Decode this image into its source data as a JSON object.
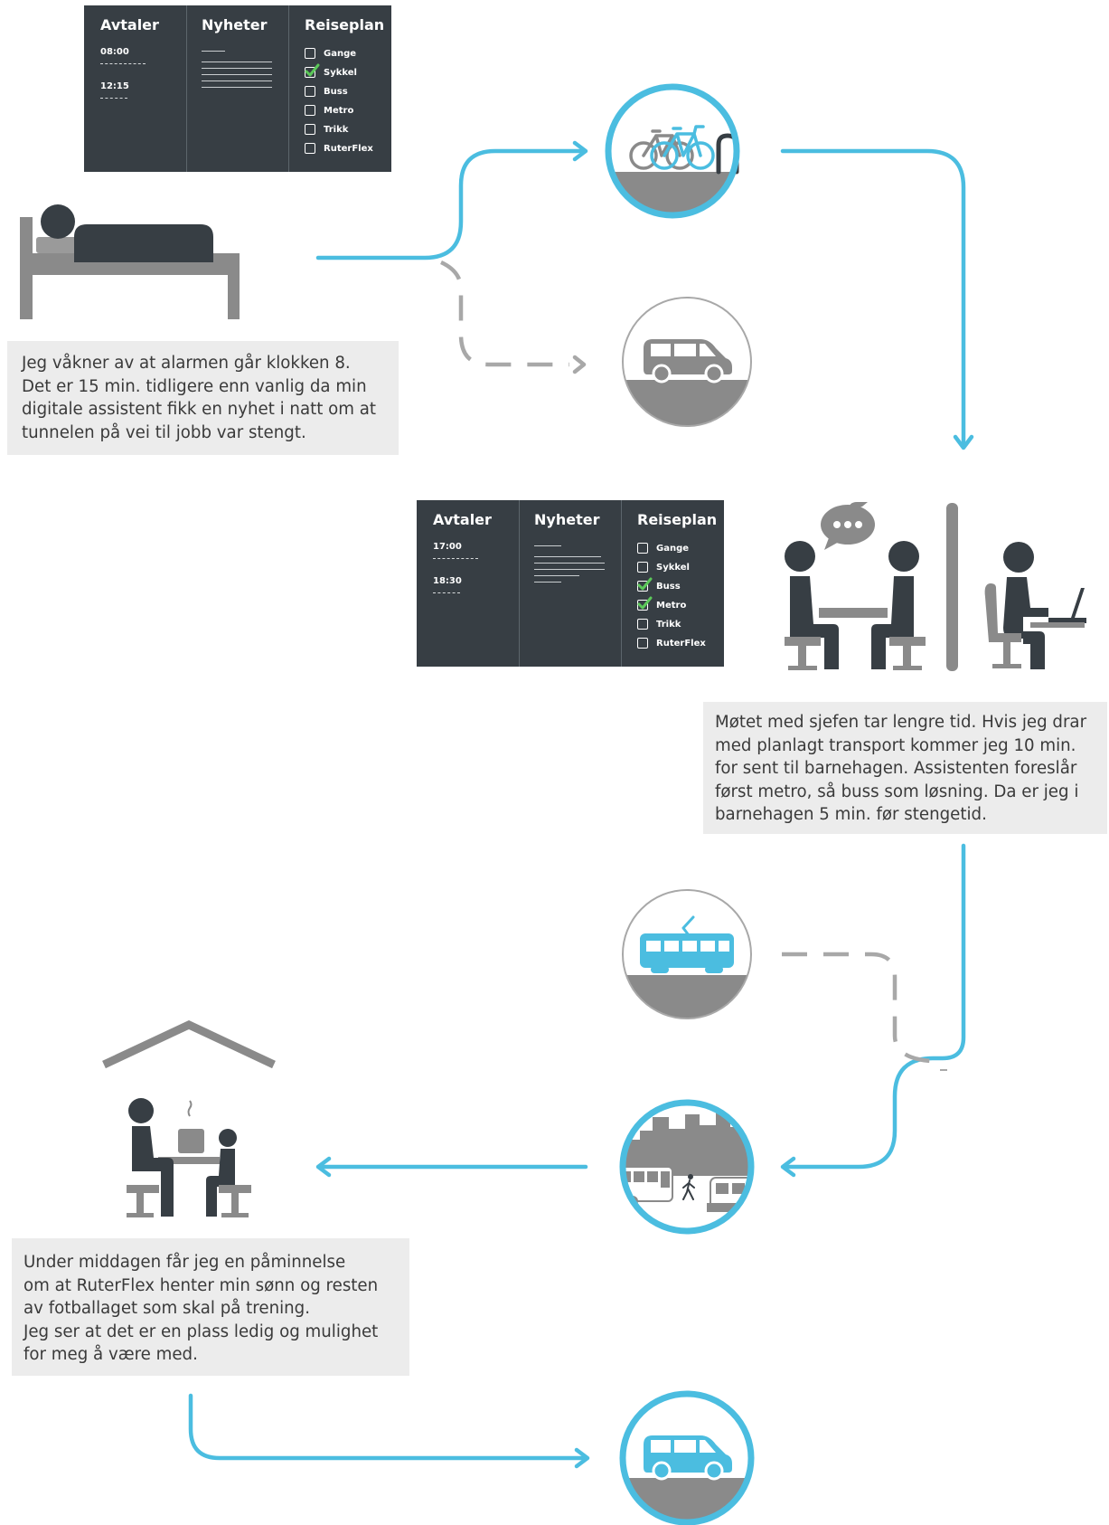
{
  "panel1": {
    "headers": [
      "Avtaler",
      "Nyheter",
      "Reiseplan"
    ],
    "times": [
      "08:00",
      "12:15"
    ],
    "options": [
      {
        "label": "Gange",
        "checked": false
      },
      {
        "label": "Sykkel",
        "checked": true
      },
      {
        "label": "Buss",
        "checked": false
      },
      {
        "label": "Metro",
        "checked": false
      },
      {
        "label": "Trikk",
        "checked": false
      },
      {
        "label": "RuterFlex",
        "checked": false
      }
    ]
  },
  "panel2": {
    "headers": [
      "Avtaler",
      "Nyheter",
      "Reiseplan"
    ],
    "times": [
      "17:00",
      "18:30"
    ],
    "options": [
      {
        "label": "Gange",
        "checked": false
      },
      {
        "label": "Sykkel",
        "checked": false
      },
      {
        "label": "Buss",
        "checked": true
      },
      {
        "label": "Metro",
        "checked": true
      },
      {
        "label": "Trikk",
        "checked": false
      },
      {
        "label": "RuterFlex",
        "checked": false
      }
    ]
  },
  "texts": {
    "morning": [
      "Jeg våkner av at alarmen går klokken 8.",
      "Det er 15 min. tidligere enn vanlig da min",
      "digitale assistent fikk en nyhet i natt om at",
      "tunnelen på vei til jobb var stengt."
    ],
    "meeting": [
      "Møtet med sjefen tar lengre tid. Hvis jeg drar",
      "med planlagt transport kommer jeg 10 min.",
      "for sent til barnehagen. Assistenten foreslår",
      "først metro, så buss som løsning. Da er jeg i",
      "barnehagen 5 min. før stengetid."
    ],
    "dinner": [
      "Under middagen får jeg en påminnelse",
      "om at RuterFlex henter min sønn og resten",
      "av fotballaget som skal på trening.",
      "Jeg ser at det er en plass ledig og mulighet",
      "for meg å være med."
    ]
  },
  "colors": {
    "accent": "#4bbde0",
    "dark": "#373e44",
    "grey": "#8a8a8a",
    "box": "#ececec",
    "check": "#5cc85a"
  },
  "icons": [
    "bed-person-icon",
    "bicycle-circle-icon",
    "minivan-circle-icon",
    "meeting-office-icon",
    "tram-circle-icon",
    "bus-station-circle-icon",
    "family-dinner-house-icon",
    "ruterflex-minivan-circle-icon"
  ]
}
